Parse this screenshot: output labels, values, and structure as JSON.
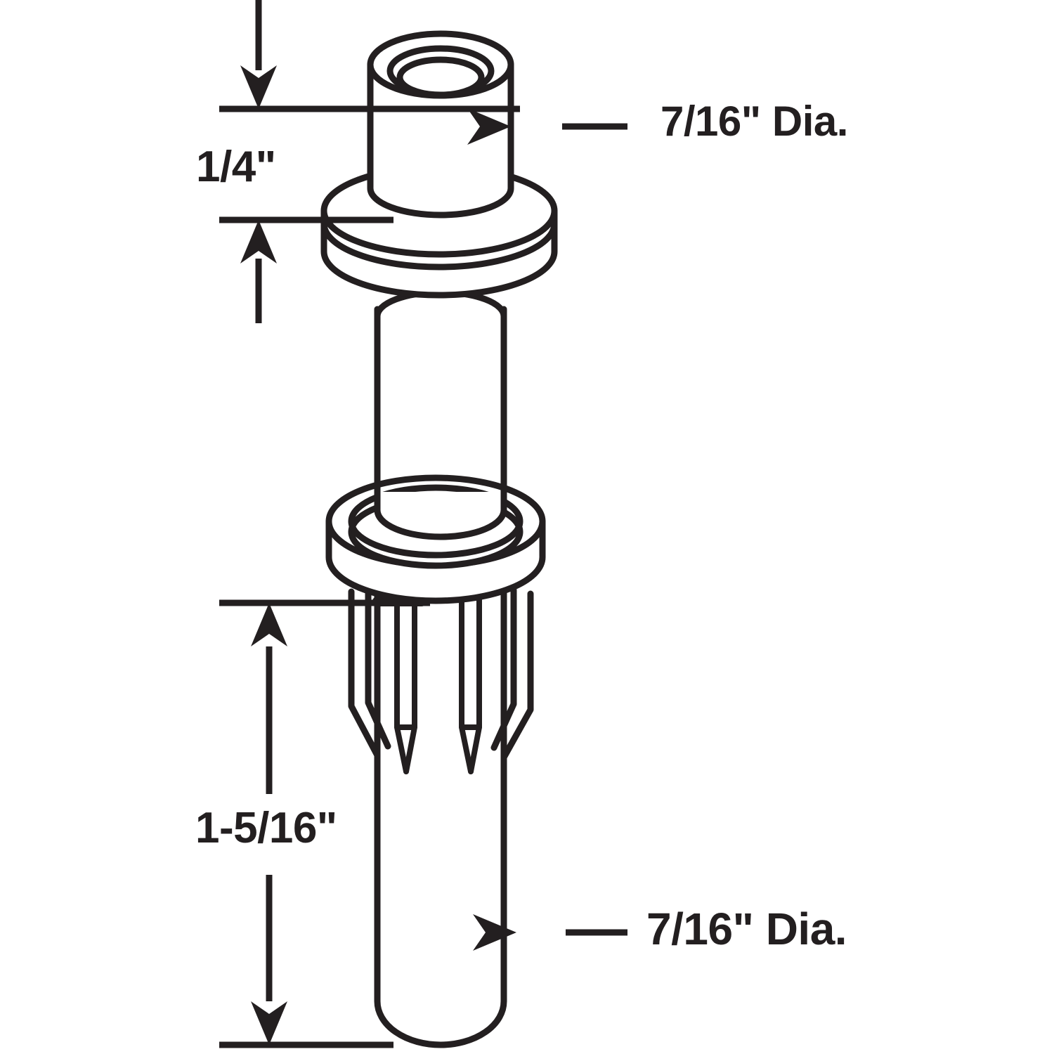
{
  "drawing": {
    "title": "Sliding door roller pin dimension drawing",
    "subject": "stepped pin with flanges and split slotted shank",
    "line_color": "#231f20",
    "background_color": "#ffffff",
    "stroke_width": 9
  },
  "dimensions": {
    "barrel_height": "1/4\"",
    "shank_length": "1-5/16\"",
    "barrel_diameter": "7/16\" Dia.",
    "shank_diameter": "7/16\" Dia."
  },
  "callouts": [
    {
      "id": "barrel-height",
      "label": "1/4\"",
      "type": "linear-vertical",
      "side": "left"
    },
    {
      "id": "barrel-diameter",
      "label": "7/16\" Dia.",
      "type": "leader",
      "side": "right"
    },
    {
      "id": "shank-length",
      "label": "1-5/16\"",
      "type": "linear-vertical",
      "side": "left"
    },
    {
      "id": "shank-diameter",
      "label": "7/16\" Dia.",
      "type": "leader",
      "side": "right"
    }
  ]
}
